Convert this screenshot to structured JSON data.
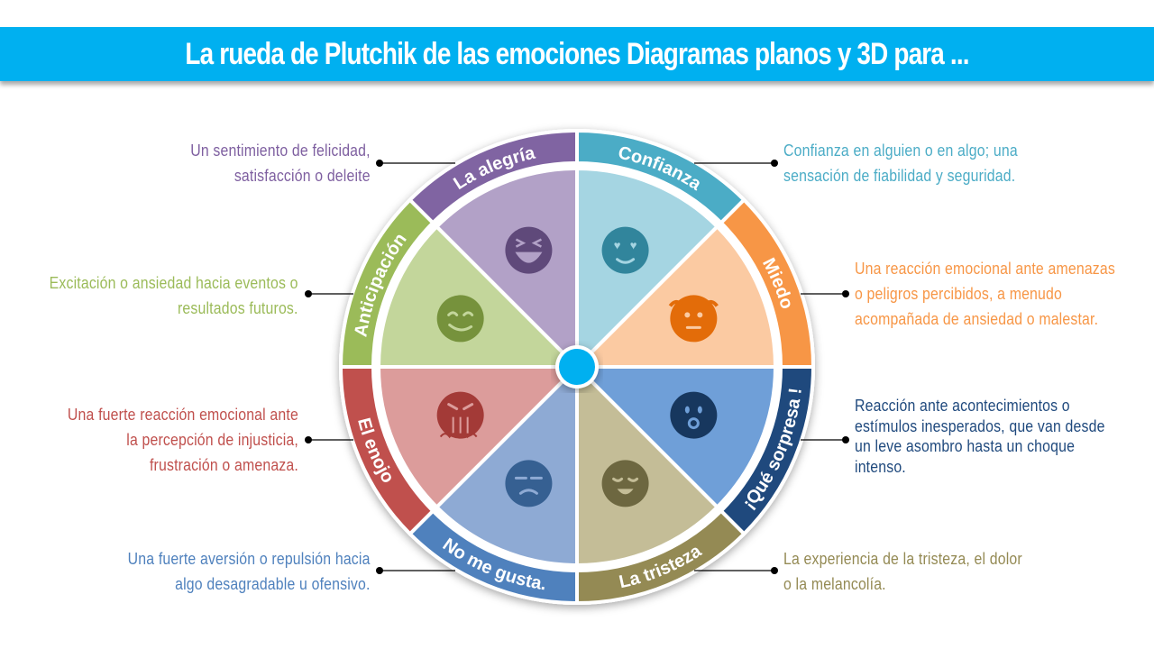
{
  "title": "La rueda de Plutchik de las emociones Diagramas planos y 3D para ...",
  "center_color": "#00b0f0",
  "emotions": [
    {
      "label": "Confianza",
      "icon": "heart-eyes-face-icon",
      "band": "#4bacc6",
      "fill": "#a5d5e2",
      "face": "#31859c",
      "text_color": "#4bacc6",
      "desc": [
        "Confianza en alguien o en algo; una",
        "sensación de fiabilidad y seguridad."
      ]
    },
    {
      "label": "Miedo",
      "icon": "fearful-face-icon",
      "band": "#f79646",
      "fill": "#fbcaa2",
      "face": "#e36c09",
      "text_color": "#f79646",
      "desc": [
        "Una reacción emocional ante amenazas",
        "o peligros percibidos, a menudo",
        "acompañada de ansiedad o malestar."
      ]
    },
    {
      "label": "¡Qué sorpresa !",
      "icon": "surprised-face-icon",
      "band": "#1f497d",
      "fill": "#6f9fd8",
      "face": "#17375e",
      "text_color": "#1f497d",
      "desc": [
        "Reacción ante acontecimientos o",
        "estímulos inesperados, que van desde",
        "un leve asombro hasta un choque",
        "intenso."
      ]
    },
    {
      "label": "La tristeza",
      "icon": "sad-face-icon",
      "band": "#948a54",
      "fill": "#c4bd97",
      "face": "#6d6740",
      "text_color": "#948a54",
      "desc": [
        "La experiencia de la tristeza, el dolor",
        "o la melancolía."
      ]
    },
    {
      "label": "No me gusta.",
      "icon": "unamused-face-icon",
      "band": "#4f81bd",
      "fill": "#8eaad4",
      "face": "#366092",
      "text_color": "#4f81bd",
      "desc": [
        "Una fuerte aversión o repulsión hacia",
        "algo desagradable u ofensivo."
      ]
    },
    {
      "label": "El enojo",
      "icon": "angry-face-icon",
      "band": "#c0504d",
      "fill": "#dc9c9b",
      "face": "#a33a37",
      "text_color": "#c0504d",
      "desc": [
        "Una fuerte reacción emocional ante",
        "la percepción de injusticia,",
        "frustración o amenaza."
      ]
    },
    {
      "label": "Anticipación",
      "icon": "smiling-face-icon",
      "band": "#9bbb59",
      "fill": "#c3d69b",
      "face": "#76923c",
      "text_color": "#9bbb59",
      "desc": [
        "Excitación o ansiedad hacia eventos o",
        "resultados futuros."
      ]
    },
    {
      "label": "La alegría",
      "icon": "laughing-face-icon",
      "band": "#8064a2",
      "fill": "#b2a1c7",
      "face": "#5f497a",
      "text_color": "#7e5fa0",
      "desc": [
        "Un sentimiento de felicidad,",
        "satisfacción o deleite"
      ]
    }
  ]
}
